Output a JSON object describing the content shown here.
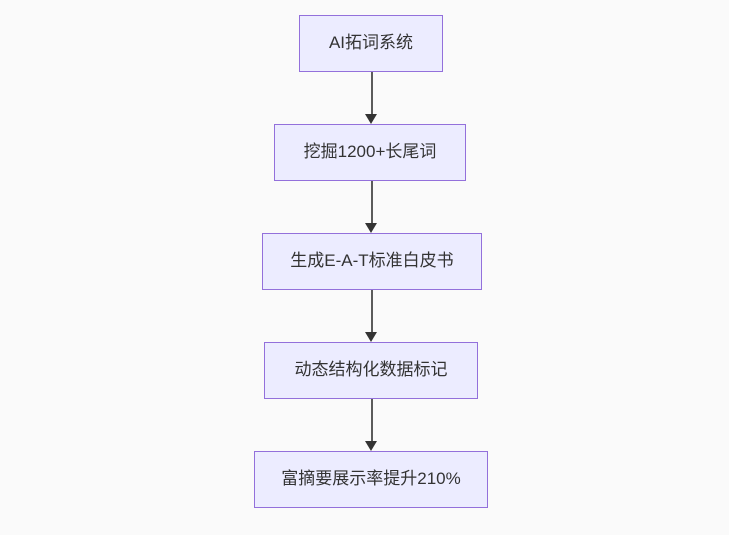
{
  "colors": {
    "canvas-bg": "#fafafa",
    "node-fill": "#ECECFF",
    "node-border": "#9370DB",
    "node-text": "#333333",
    "edge-line": "#5b5b5b",
    "edge-arrowhead": "#333333"
  },
  "flowchart": {
    "type": "flowchart-top-down",
    "nodes": [
      {
        "label": "AI拓词系统"
      },
      {
        "label": "挖掘1200+长尾词"
      },
      {
        "label": "生成E-A-T标准白皮书"
      },
      {
        "label": "动态结构化数据标记"
      },
      {
        "label": "富摘要展示率提升210%"
      }
    ],
    "edges": [
      {
        "from": "AI拓词系统",
        "to": "挖掘1200+长尾词"
      },
      {
        "from": "挖掘1200+长尾词",
        "to": "生成E-A-T标准白皮书"
      },
      {
        "from": "生成E-A-T标准白皮书",
        "to": "动态结构化数据标记"
      },
      {
        "from": "动态结构化数据标记",
        "to": "富摘要展示率提升210%"
      }
    ]
  }
}
